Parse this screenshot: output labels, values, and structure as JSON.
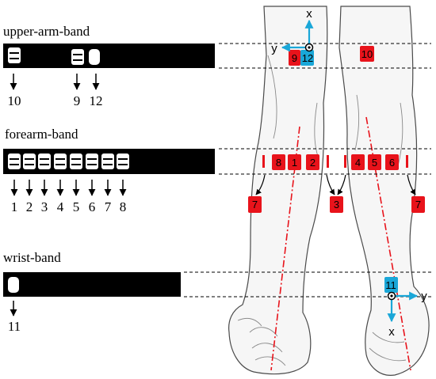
{
  "colors": {
    "band": "#000000",
    "sensor_marker": "#e8131b",
    "sensor_marker_text": "#000000",
    "axis_arrow": "#1aa7d8",
    "dash_line": "#000000",
    "midline": "#e8131b"
  },
  "bands": {
    "upper_arm": {
      "title": "upper-arm-band",
      "sensor_labels": [
        "10",
        "9",
        "12"
      ]
    },
    "forearm": {
      "title": "forearm-band",
      "sensor_labels": [
        "1",
        "2",
        "3",
        "4",
        "5",
        "6",
        "7",
        "8"
      ]
    },
    "wrist": {
      "title": "wrist-band",
      "sensor_labels": [
        "11"
      ]
    }
  },
  "arm_markers": {
    "upper_left": [
      "9",
      "12"
    ],
    "upper_right": [
      "10"
    ],
    "forearm_left": [
      "8",
      "1",
      "2"
    ],
    "forearm_right": [
      "4",
      "5",
      "6"
    ],
    "below_left": [
      "7",
      "3"
    ],
    "below_right": [
      "7"
    ],
    "wrist": [
      "11"
    ]
  },
  "axes": {
    "upper": {
      "x": "x",
      "y": "y"
    },
    "wrist": {
      "x": "x",
      "y": "y"
    }
  }
}
